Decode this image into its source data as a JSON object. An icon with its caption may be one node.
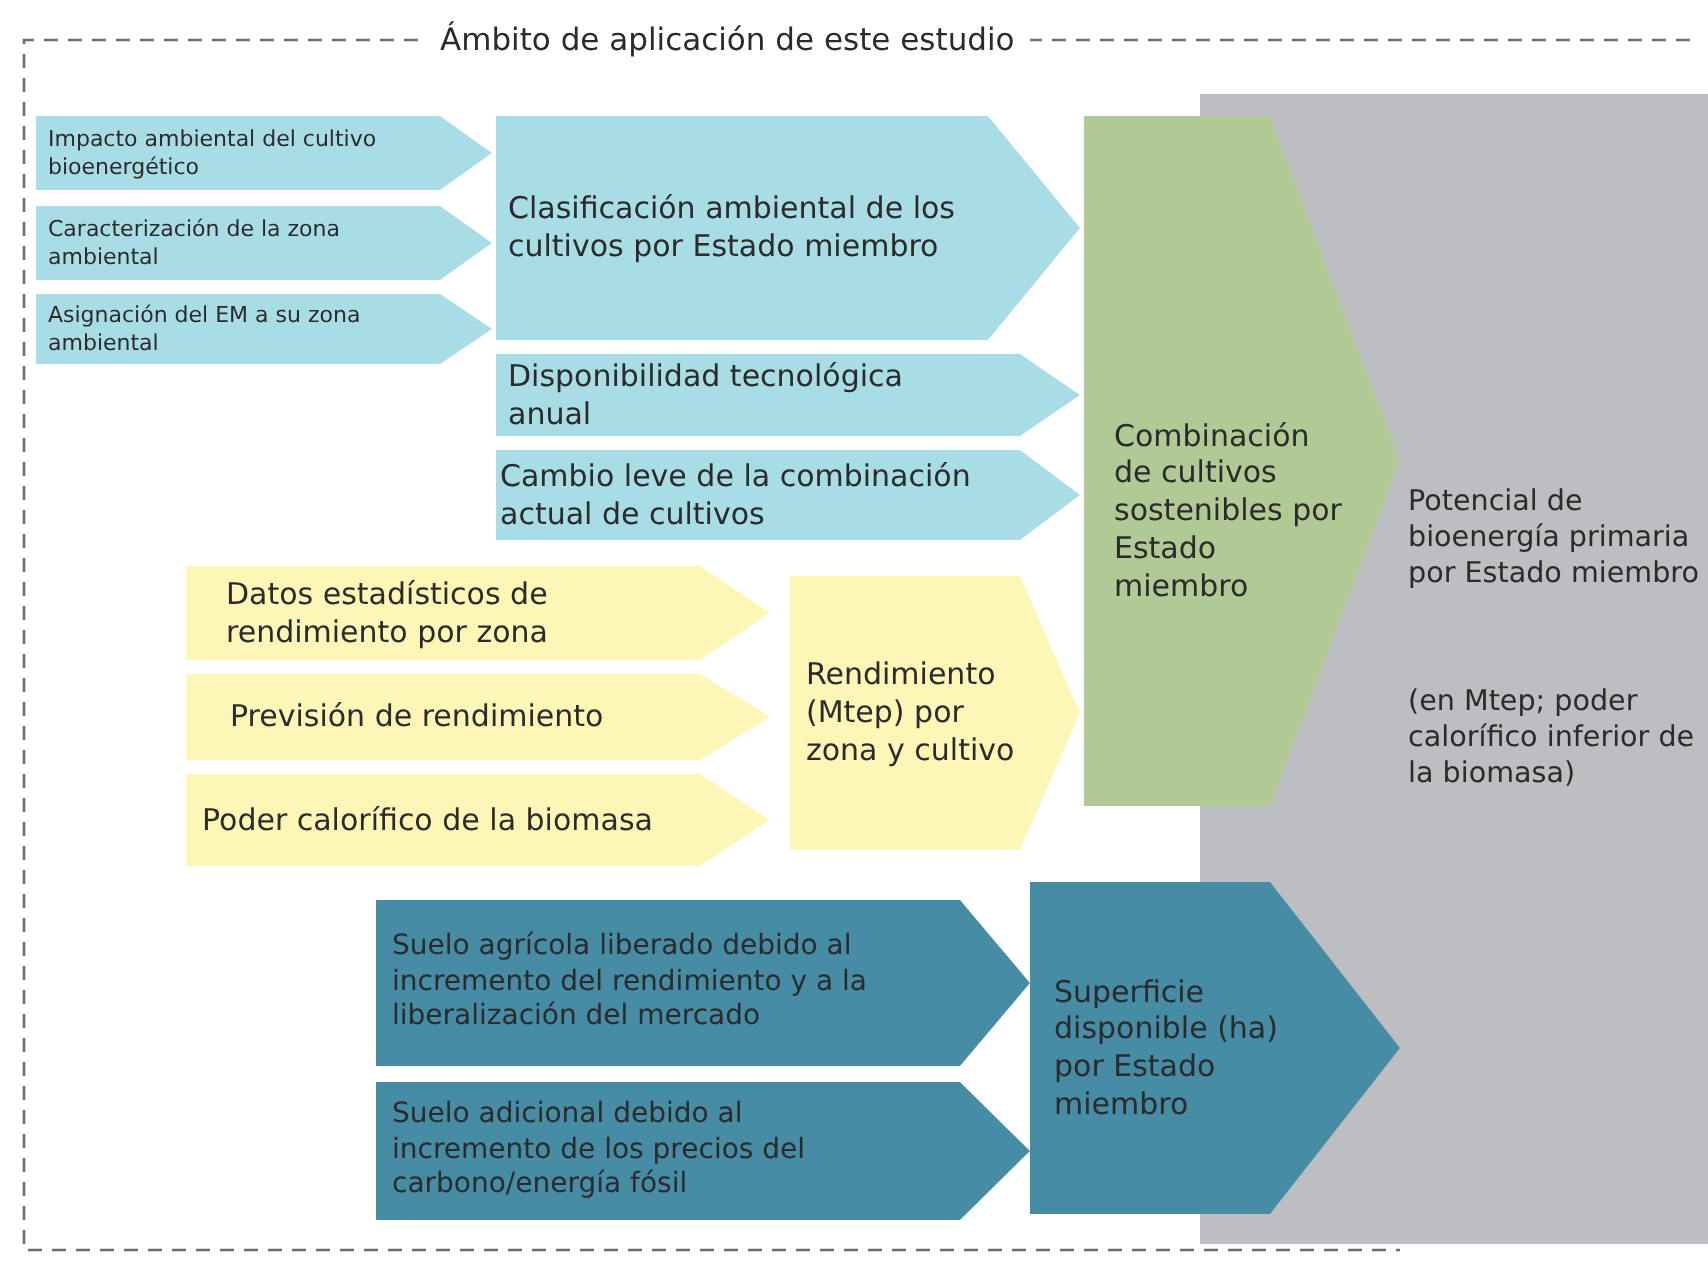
{
  "diagram": {
    "nodes": [
      {
        "text": [
          "Ámbito de aplicación de este estudio"
        ]
      },
      {
        "text": [
          "Impacto ambiental del cultivo bioenergético"
        ],
        "in": 0
      },
      {
        "text": [
          "Caracterización de la zona ambiental"
        ],
        "in": 0
      },
      {
        "text": [
          "Asignación del EM a su zona ambiental"
        ],
        "in": 0
      },
      {
        "text": [
          "Clasificación ambiental de los cultivos por Estado miembro"
        ],
        "in": 0
      },
      {
        "text": [
          "Disponibilidad tecnológica anual"
        ],
        "in": 0
      },
      {
        "text": [
          "Cambio leve de la combinación actual de cultivos"
        ],
        "in": 0
      },
      {
        "text": [
          "Datos estadísticos de rendimiento por zona"
        ],
        "in": 0
      },
      {
        "text": [
          "Previsión de rendimiento"
        ],
        "in": 0
      },
      {
        "text": [
          "Poder calorífico de la biomasa"
        ],
        "in": 0
      },
      {
        "text": [
          "Rendimiento (Mtep) por zona y cultivo"
        ],
        "in": 0
      },
      {
        "text": [
          "Combinación de cultivos sostenibles por Estado miembro"
        ],
        "in": 0
      },
      {
        "text": [
          "Potencial de bioenergía primaria por Estado miembro",
          "(en Mtep; poder calorífico inferior de la biomasa)"
        ],
        "in": 0
      },
      {
        "text": [
          "Suelo agrícola liberado debido al incremento del rendimiento y a la liberalización del mercado"
        ],
        "in": 0
      },
      {
        "text": [
          "Suelo adicional debido al incremento de los precios del carbono/energía fósil"
        ],
        "in": 0
      },
      {
        "text": [
          "Superficie disponible (ha) por Estado miembro"
        ],
        "in": 0
      }
    ]
  }
}
